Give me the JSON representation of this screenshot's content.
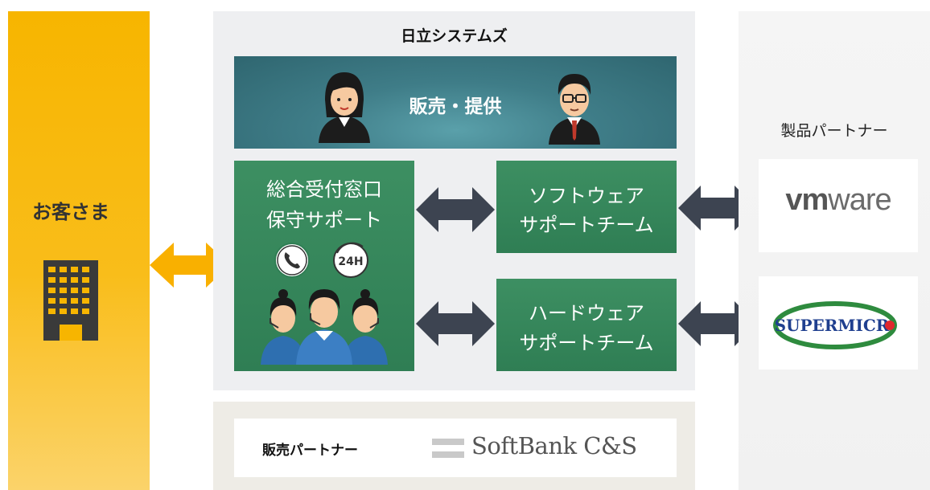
{
  "customer": {
    "label": "お客さま",
    "icon": "building-icon"
  },
  "hitachi": {
    "title": "日立システムズ",
    "sales_label": "販売・提供",
    "reception": {
      "line1": "総合受付窓口",
      "line2": "保守サポート",
      "phone_icon": "phone-icon",
      "hours_badge": "24H"
    },
    "software_team": {
      "line1": "ソフトウェア",
      "line2": "サポートチーム"
    },
    "hardware_team": {
      "line1": "ハードウェア",
      "line2": "サポートチーム"
    }
  },
  "sales_partner": {
    "label": "販売パートナー",
    "name": "SoftBank C&S"
  },
  "product_partners": {
    "title": "製品パートナー",
    "vmware": {
      "prefix": "vm",
      "suffix": "ware"
    },
    "supermicro": {
      "name": "SUPERMICR"
    }
  },
  "colors": {
    "customer": "#f7b500",
    "green": "#2f7e54",
    "teal": "#3f7d88",
    "arrow_dark": "#3d4451",
    "arrow_orange": "#f9b000",
    "supermicro_green": "#2e8b3e",
    "supermicro_red": "#e0282e",
    "supermicro_blue": "#1f3f8f"
  }
}
